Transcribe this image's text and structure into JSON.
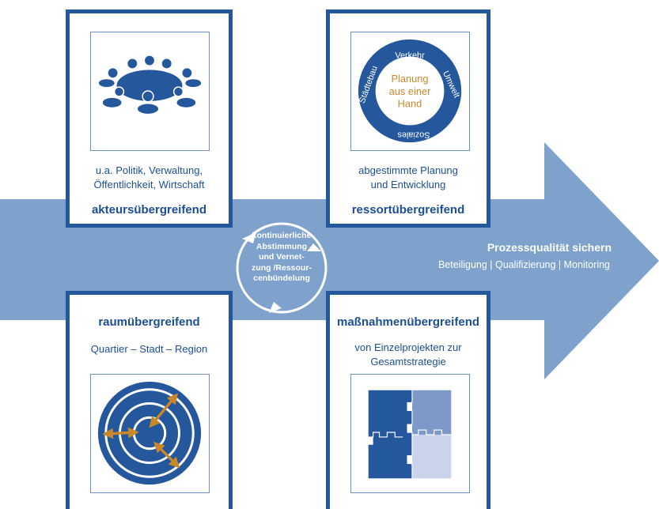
{
  "colors": {
    "navy": "#24579b",
    "arrow": "#7ea2cc",
    "gold": "#c8882a"
  },
  "boxes": {
    "akteure": {
      "description": "u.a. Politik, Verwaltung,\nÖffentlichkeit, Wirtschaft",
      "title": "akteursübergreifend",
      "icon": "round-table-icon"
    },
    "ressort": {
      "description": "abgestimmte Planung\nund Entwicklung",
      "title": "ressortübergreifend",
      "icon": "ring-icon",
      "ring_center": [
        "Planung",
        "aus einer",
        "Hand"
      ],
      "ring_words": [
        "Verkehr",
        "Umwelt",
        "Soziales",
        "Städtebau"
      ]
    },
    "raum": {
      "title": "raumübergreifend",
      "description": "Quartier – Stadt – Region",
      "icon": "concentric-circles-icon"
    },
    "massnahmen": {
      "title": "maßnahmenübergreifend",
      "description": "von Einzelprojekten zur\nGesamtstrategie",
      "icon": "puzzle-icon"
    }
  },
  "cycle_text": [
    "kontinuierliche",
    "Abstimmung",
    "und Vernet-",
    "zung /Ressour-",
    "cenbündelung"
  ],
  "process": {
    "title": "Prozessqualität sichern",
    "subtitle": "Beteiligung | Qualifizierung | Monitoring"
  }
}
